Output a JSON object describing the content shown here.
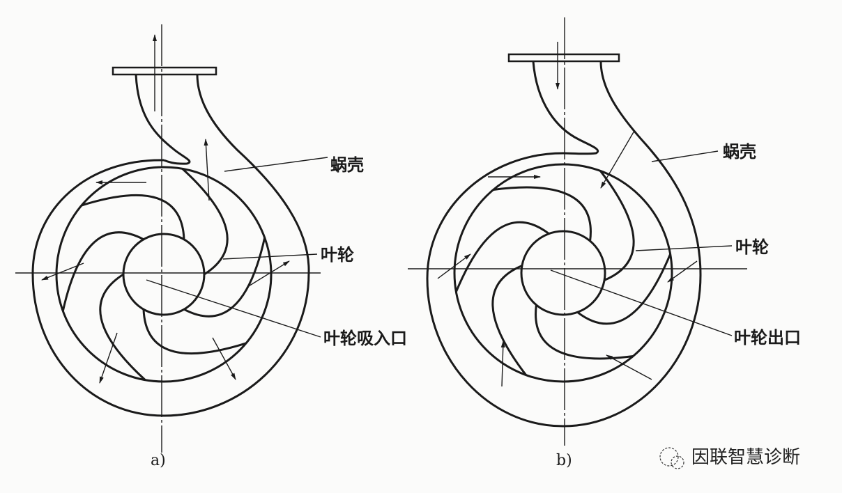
{
  "figure_a": {
    "caption": "a)",
    "labels": {
      "volute": "蜗壳",
      "impeller": "叶轮",
      "impeller_inlet": "叶轮吸入口"
    }
  },
  "figure_b": {
    "caption": "b)",
    "labels": {
      "volute": "蜗壳",
      "impeller": "叶轮",
      "impeller_outlet": "叶轮出口"
    }
  },
  "watermark": {
    "text": "因联智慧诊断",
    "icon": "wechat-icon"
  }
}
